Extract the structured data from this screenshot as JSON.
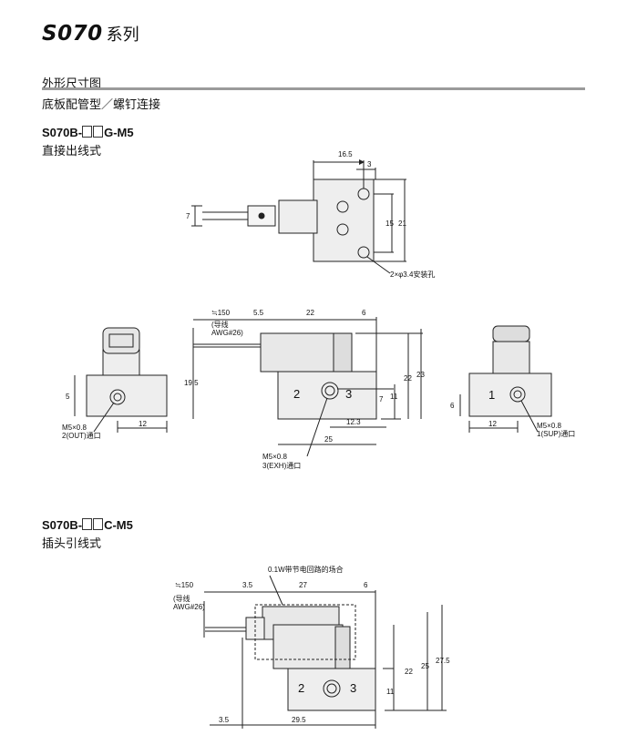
{
  "header": {
    "series_code": "S070",
    "series_suffix": "系列"
  },
  "section": {
    "title": "外形尺寸图",
    "subtitle": "底板配管型／螺钉连接"
  },
  "model1": {
    "code_prefix": "S070B-",
    "code_suffix": "G-M5",
    "description": "直接出线式",
    "top": {
      "d16_5": "16.5",
      "d3": "3",
      "d7": "7",
      "d15": "15",
      "d21": "21",
      "hole_note": "2×φ3.4安装孔"
    },
    "left": {
      "d5": "5",
      "d12": "12",
      "port_size": "M5×0.8",
      "port_name": "2(OUT)通口"
    },
    "front": {
      "lead_len": "≒150",
      "lead_note1": "(导线",
      "lead_note2": "AWG#26)",
      "d5_5": "5.5",
      "d22": "22",
      "d6": "6",
      "d19_5": "19.5",
      "d22v": "22",
      "d23": "23",
      "d11": "11",
      "d7": "7",
      "d12_3": "12.3",
      "d25": "25",
      "port2": "2",
      "port3": "3",
      "port_size": "M5×0.8",
      "port_name": "3(EXH)通口"
    },
    "right": {
      "d6": "6",
      "d12": "12",
      "port1": "1",
      "port_size": "M5×0.8",
      "port_name": "1(SUP)通口"
    }
  },
  "model2": {
    "code_prefix": "S070B-",
    "code_suffix": "C-M5",
    "description": "插头引线式",
    "front": {
      "note": "0.1W带节电回路的场合",
      "lead_len": "≒150",
      "lead_note1": "(导线",
      "lead_note2": "AWG#26)",
      "d3_5": "3.5",
      "d27": "27",
      "d6": "6",
      "d22": "22",
      "d25": "25",
      "d27_5": "27.5",
      "d11": "11",
      "d3_5b": "3.5",
      "d29_5": "29.5",
      "port2": "2",
      "port3": "3"
    }
  }
}
